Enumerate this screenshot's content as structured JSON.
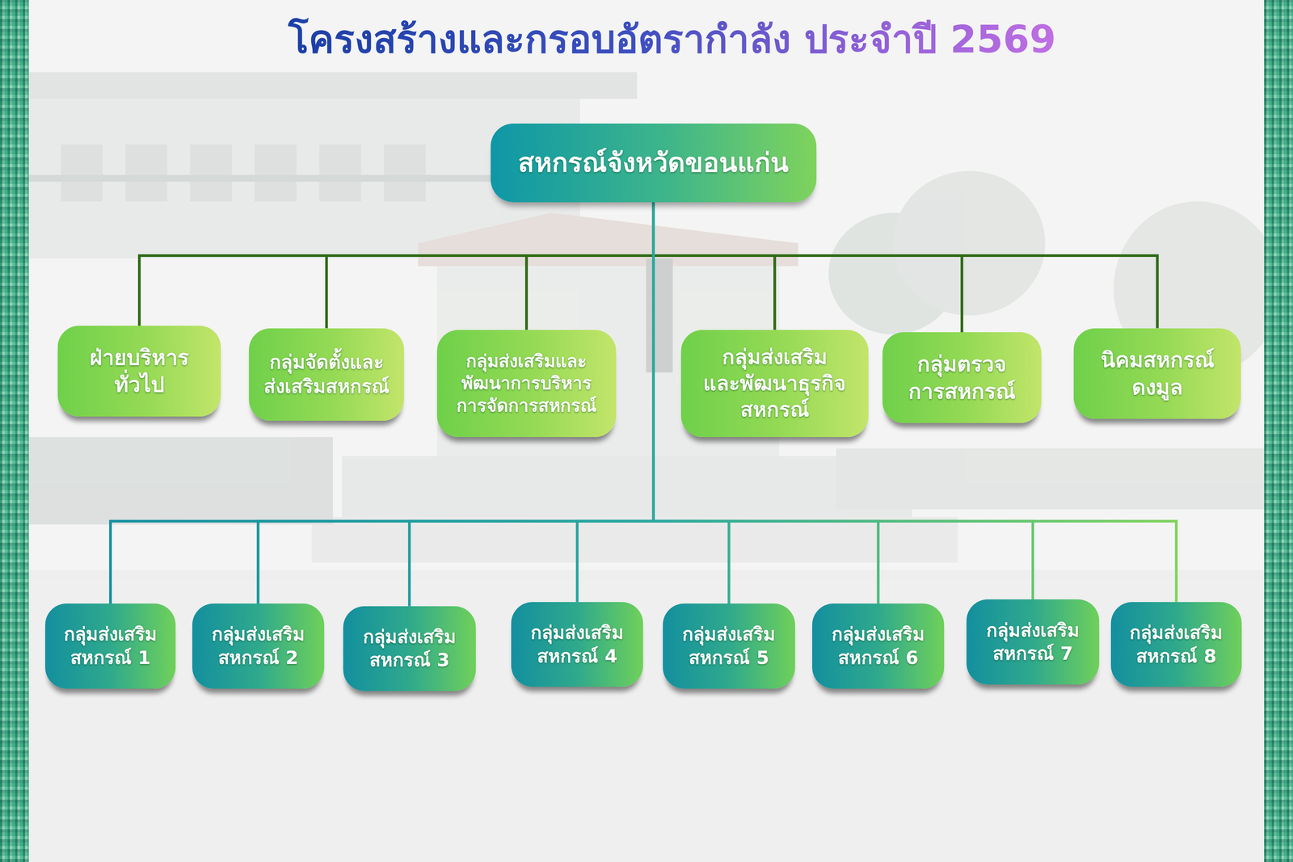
{
  "diagram": {
    "title": "โครงสร้างและกรอบอัตรากำลัง ประจำปี 2569",
    "nodes": [
      {
        "text": [
          "สหกรณ์จังหวัดขอนแก่น"
        ]
      },
      {
        "text": [
          "ฝ่ายบริหาร ทั่วไป"
        ]
      },
      {
        "text": [
          "กลุ่มจัดตั้งและ ส่งเสริมสหกรณ์"
        ]
      },
      {
        "text": [
          "กลุ่มส่งเสริมและ พัฒนาการบริหาร การจัดการสหกรณ์"
        ]
      },
      {
        "text": [
          "กลุ่มส่งเสริม และพัฒนาธุรกิจ สหกรณ์"
        ]
      },
      {
        "text": [
          "กลุ่มตรวจ การสหกรณ์"
        ]
      },
      {
        "text": [
          "นิคมสหกรณ์ ดงมูล"
        ]
      },
      {
        "text": [
          "กลุ่มส่งเสริม สหกรณ์ 1"
        ]
      },
      {
        "text": [
          "กลุ่มส่งเสริม สหกรณ์ 2"
        ]
      },
      {
        "text": [
          "กลุ่มส่งเสริม สหกรณ์ 3"
        ]
      },
      {
        "text": [
          "กลุ่มส่งเสริม สหกรณ์ 4"
        ]
      },
      {
        "text": [
          "กลุ่มส่งเสริม สหกรณ์ 5"
        ]
      },
      {
        "text": [
          "กลุ่มส่งเสริม สหกรณ์ 6"
        ]
      },
      {
        "text": [
          "กลุ่มส่งเสริม สหกรณ์ 7"
        ]
      },
      {
        "text": [
          "กลุ่มส่งเสริม สหกรณ์ 8"
        ]
      }
    ],
    "edges": [
      {
        "from": 0,
        "to": 1,
        "arrow": "none"
      },
      {
        "from": 0,
        "to": 2,
        "arrow": "none"
      },
      {
        "from": 0,
        "to": 3,
        "arrow": "none"
      },
      {
        "from": 0,
        "to": 4,
        "arrow": "none"
      },
      {
        "from": 0,
        "to": 5,
        "arrow": "none"
      },
      {
        "from": 0,
        "to": 6,
        "arrow": "none"
      },
      {
        "from": 0,
        "to": 7,
        "arrow": "none"
      },
      {
        "from": 0,
        "to": 8,
        "arrow": "none"
      },
      {
        "from": 0,
        "to": 9,
        "arrow": "none"
      },
      {
        "from": 0,
        "to": 10,
        "arrow": "none"
      },
      {
        "from": 0,
        "to": 11,
        "arrow": "none"
      },
      {
        "from": 0,
        "to": 12,
        "arrow": "none"
      },
      {
        "from": 0,
        "to": 13,
        "arrow": "none"
      },
      {
        "from": 0,
        "to": 14,
        "arrow": "none"
      }
    ]
  }
}
